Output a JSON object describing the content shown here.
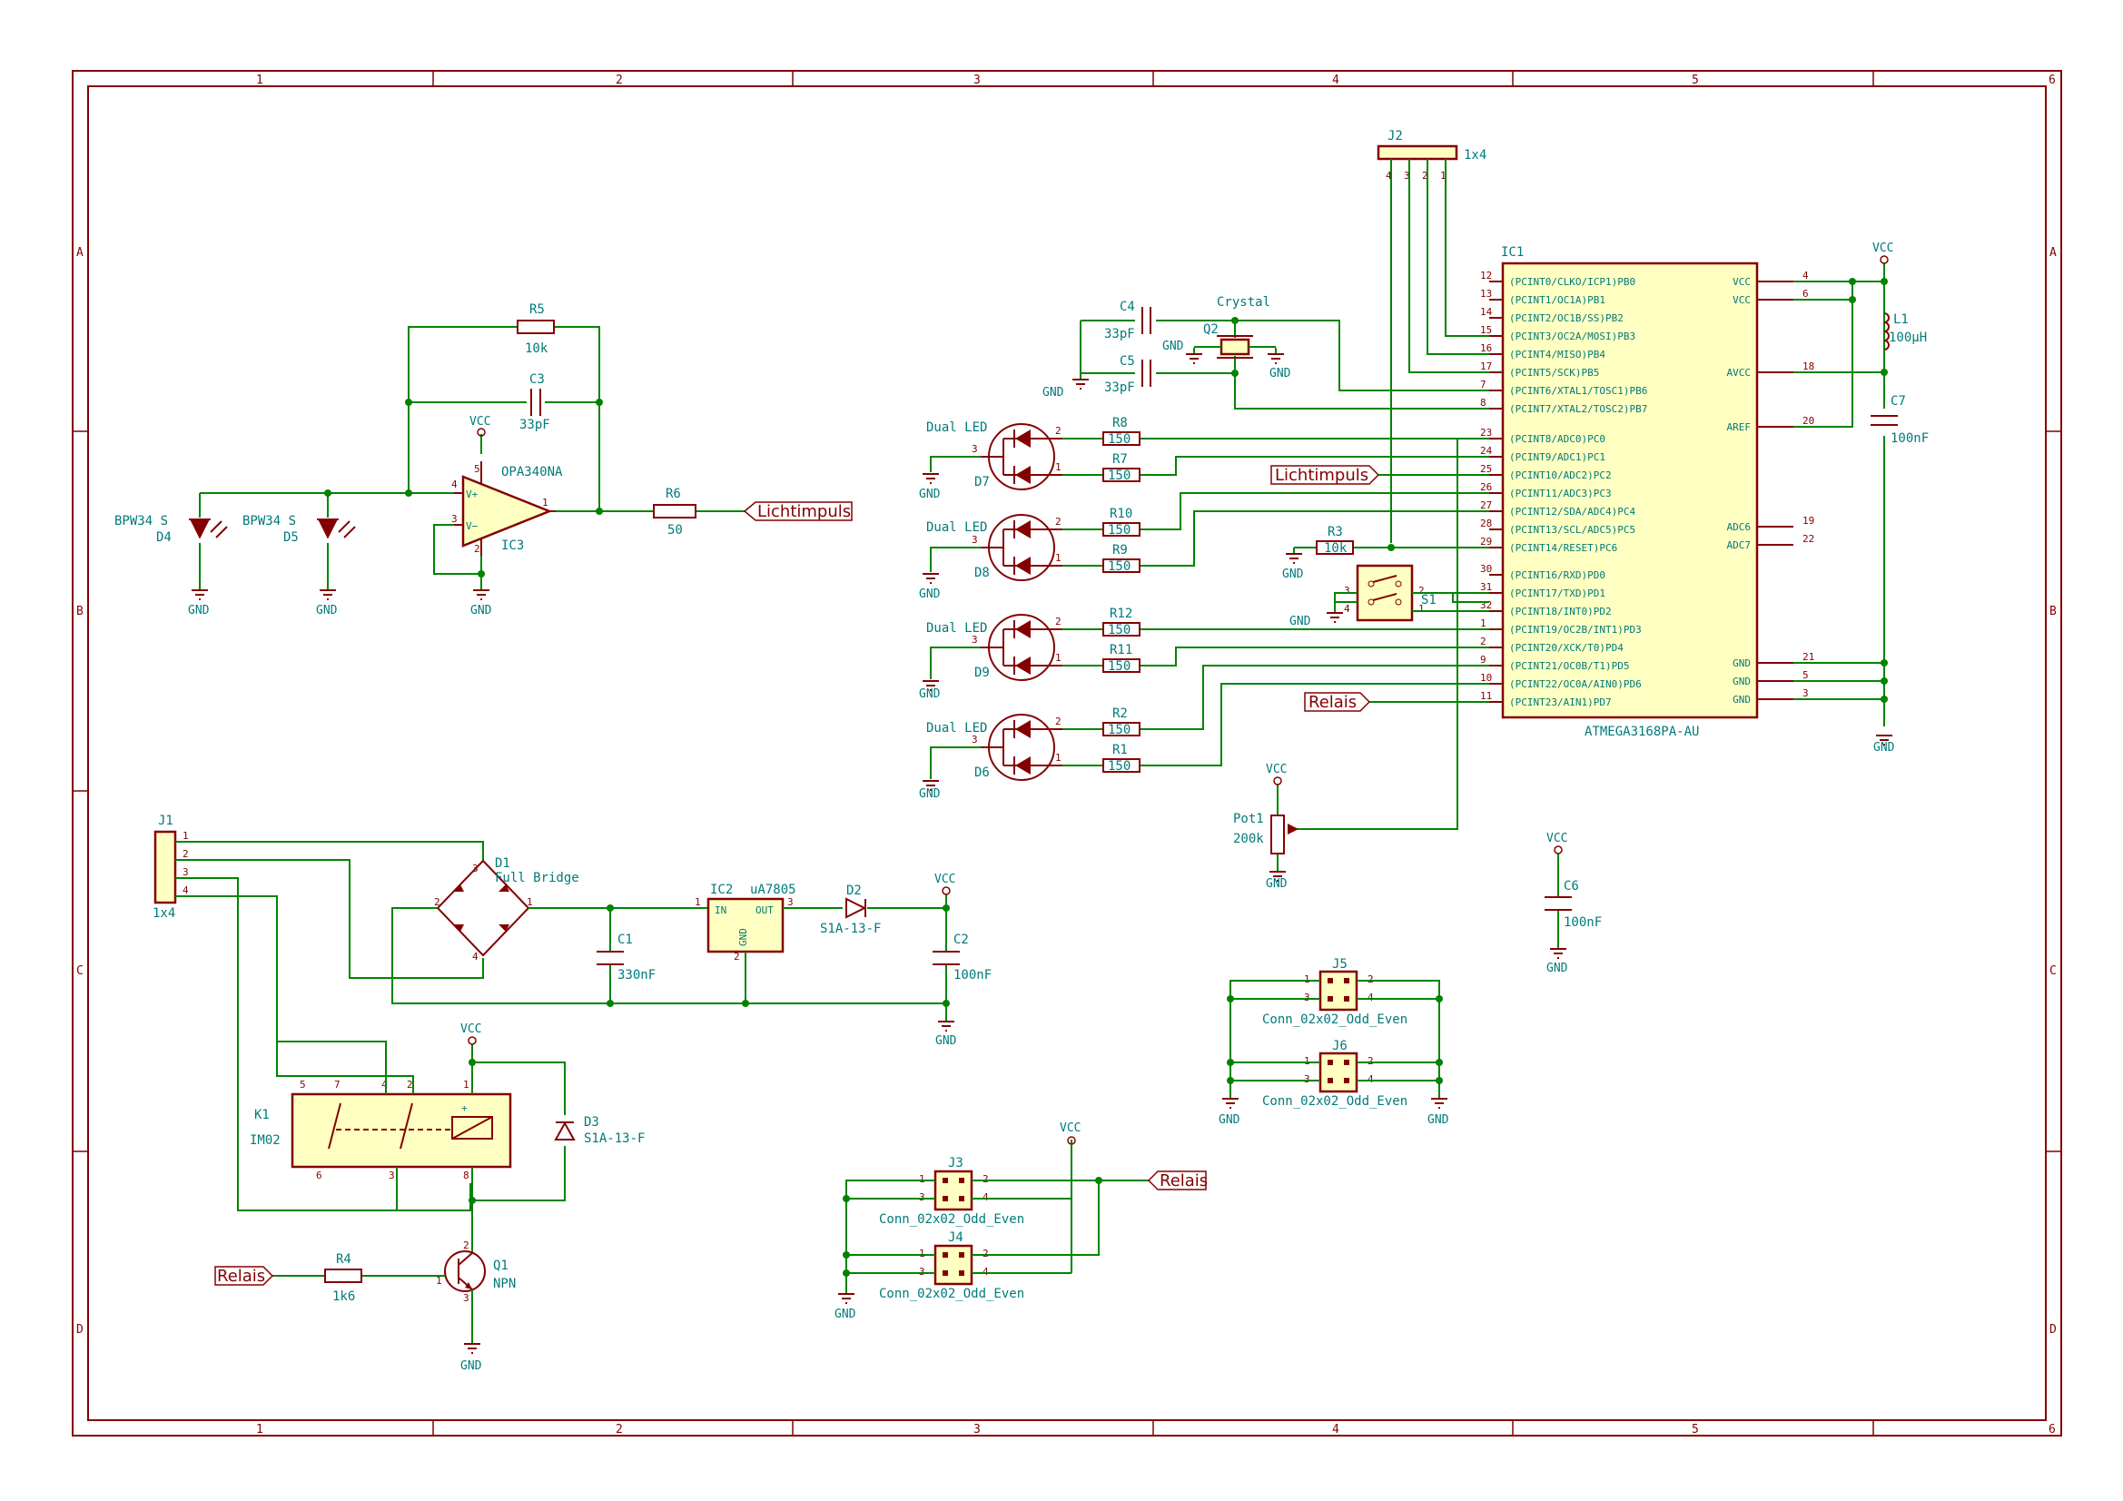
{
  "frame": {
    "cols": [
      "1",
      "2",
      "3",
      "4",
      "5",
      "6"
    ],
    "rows": [
      "A",
      "B",
      "C",
      "D"
    ]
  },
  "labels": {
    "lichtimpuls_1": "Lichtimpuls",
    "lichtimpuls_2": "Lichtimpuls",
    "relais_1": "Relais",
    "relais_2": "Relais",
    "relais_3": "Relais"
  },
  "gnd": "GND",
  "vcc": "VCC",
  "components": {
    "r5": {
      "ref": "R5",
      "value": "10k"
    },
    "c3": {
      "ref": "C3",
      "value": "33pF"
    },
    "ic3": {
      "ref": "IC3",
      "value": "OPA340NA"
    },
    "r6": {
      "ref": "R6",
      "value": "50"
    },
    "d4": {
      "ref": "D4",
      "value": "BPW34 S"
    },
    "d5": {
      "ref": "D5",
      "value": "BPW34 S"
    },
    "j2": {
      "ref": "J2",
      "value": "1x4"
    },
    "ic1": {
      "ref": "IC1",
      "value": "ATMEGA3168PA-AU"
    },
    "c4": {
      "ref": "C4",
      "value": "33pF"
    },
    "c5": {
      "ref": "C5",
      "value": "33pF"
    },
    "q2": {
      "ref": "Q2",
      "value": "Crystal"
    },
    "l1": {
      "ref": "L1",
      "value": "100µH"
    },
    "c7": {
      "ref": "C7",
      "value": "100nF"
    },
    "d7": {
      "ref": "D7",
      "value": "Dual LED"
    },
    "d8": {
      "ref": "D8",
      "value": "Dual LED"
    },
    "d9": {
      "ref": "D9",
      "value": "Dual LED"
    },
    "d6": {
      "ref": "D6",
      "value": "Dual LED"
    },
    "r8": {
      "ref": "R8",
      "value": "150"
    },
    "r7": {
      "ref": "R7",
      "value": "150"
    },
    "r10": {
      "ref": "R10",
      "value": "150"
    },
    "r9": {
      "ref": "R9",
      "value": "150"
    },
    "r12": {
      "ref": "R12",
      "value": "150"
    },
    "r11": {
      "ref": "R11",
      "value": "150"
    },
    "r2": {
      "ref": "R2",
      "value": "150"
    },
    "r1": {
      "ref": "R1",
      "value": "150"
    },
    "r3": {
      "ref": "R3",
      "value": "10k"
    },
    "s1": {
      "ref": "S1",
      "value": ""
    },
    "pot1": {
      "ref": "Pot1",
      "value": "200k"
    },
    "j1": {
      "ref": "J1",
      "value": "1x4"
    },
    "d1": {
      "ref": "D1",
      "value": "Full Bridge"
    },
    "c1": {
      "ref": "C1",
      "value": "330nF"
    },
    "ic2": {
      "ref": "IC2",
      "value": "uA7805"
    },
    "d2": {
      "ref": "D2",
      "value": "S1A-13-F"
    },
    "c2": {
      "ref": "C2",
      "value": "100nF"
    },
    "c6": {
      "ref": "C6",
      "value": "100nF"
    },
    "j5": {
      "ref": "J5",
      "value": "Conn_02x02_Odd_Even"
    },
    "j6": {
      "ref": "J6",
      "value": "Conn_02x02_Odd_Even"
    },
    "k1": {
      "ref": "K1",
      "value": "IM02"
    },
    "d3": {
      "ref": "D3",
      "value": "S1A-13-F"
    },
    "j3": {
      "ref": "J3",
      "value": "Conn_02x02_Odd_Even"
    },
    "j4": {
      "ref": "J4",
      "value": "Conn_02x02_Odd_Even"
    },
    "r4": {
      "ref": "R4",
      "value": "1k6"
    },
    "q1": {
      "ref": "Q1",
      "value": "NPN"
    }
  },
  "ic1_left_pins": [
    {
      "num": "12",
      "name": "(PCINT0/CLKO/ICP1)PB0"
    },
    {
      "num": "13",
      "name": "(PCINT1/OC1A)PB1"
    },
    {
      "num": "14",
      "name": "(PCINT2/OC1B/SS)PB2"
    },
    {
      "num": "15",
      "name": "(PCINT3/OC2A/MOSI)PB3"
    },
    {
      "num": "16",
      "name": "(PCINT4/MISO)PB4"
    },
    {
      "num": "17",
      "name": "(PCINT5/SCK)PB5"
    },
    {
      "num": "7",
      "name": "(PCINT6/XTAL1/TOSC1)PB6"
    },
    {
      "num": "8",
      "name": "(PCINT7/XTAL2/TOSC2)PB7"
    },
    {
      "num": "23",
      "name": "(PCINT8/ADC0)PC0"
    },
    {
      "num": "24",
      "name": "(PCINT9/ADC1)PC1"
    },
    {
      "num": "25",
      "name": "(PCINT10/ADC2)PC2"
    },
    {
      "num": "26",
      "name": "(PCINT11/ADC3)PC3"
    },
    {
      "num": "27",
      "name": "(PCINT12/SDA/ADC4)PC4"
    },
    {
      "num": "28",
      "name": "(PCINT13/SCL/ADC5)PC5"
    },
    {
      "num": "29",
      "name": "(PCINT14/RESET)PC6"
    },
    {
      "num": "30",
      "name": "(PCINT16/RXD)PD0"
    },
    {
      "num": "31",
      "name": "(PCINT17/TXD)PD1"
    },
    {
      "num": "32",
      "name": "(PCINT18/INT0)PD2"
    },
    {
      "num": "1",
      "name": "(PCINT19/OC2B/INT1)PD3"
    },
    {
      "num": "2",
      "name": "(PCINT20/XCK/T0)PD4"
    },
    {
      "num": "9",
      "name": "(PCINT21/OC0B/T1)PD5"
    },
    {
      "num": "10",
      "name": "(PCINT22/OC0A/AIN0)PD6"
    },
    {
      "num": "11",
      "name": "(PCINT23/AIN1)PD7"
    }
  ],
  "ic1_right_pins": [
    {
      "num": "4",
      "name": "VCC"
    },
    {
      "num": "6",
      "name": "VCC"
    },
    {
      "num": "18",
      "name": "AVCC"
    },
    {
      "num": "20",
      "name": "AREF"
    },
    {
      "num": "19",
      "name": "ADC6"
    },
    {
      "num": "22",
      "name": "ADC7"
    },
    {
      "num": "21",
      "name": "GND"
    },
    {
      "num": "5",
      "name": "GND"
    },
    {
      "num": "3",
      "name": "GND"
    }
  ]
}
